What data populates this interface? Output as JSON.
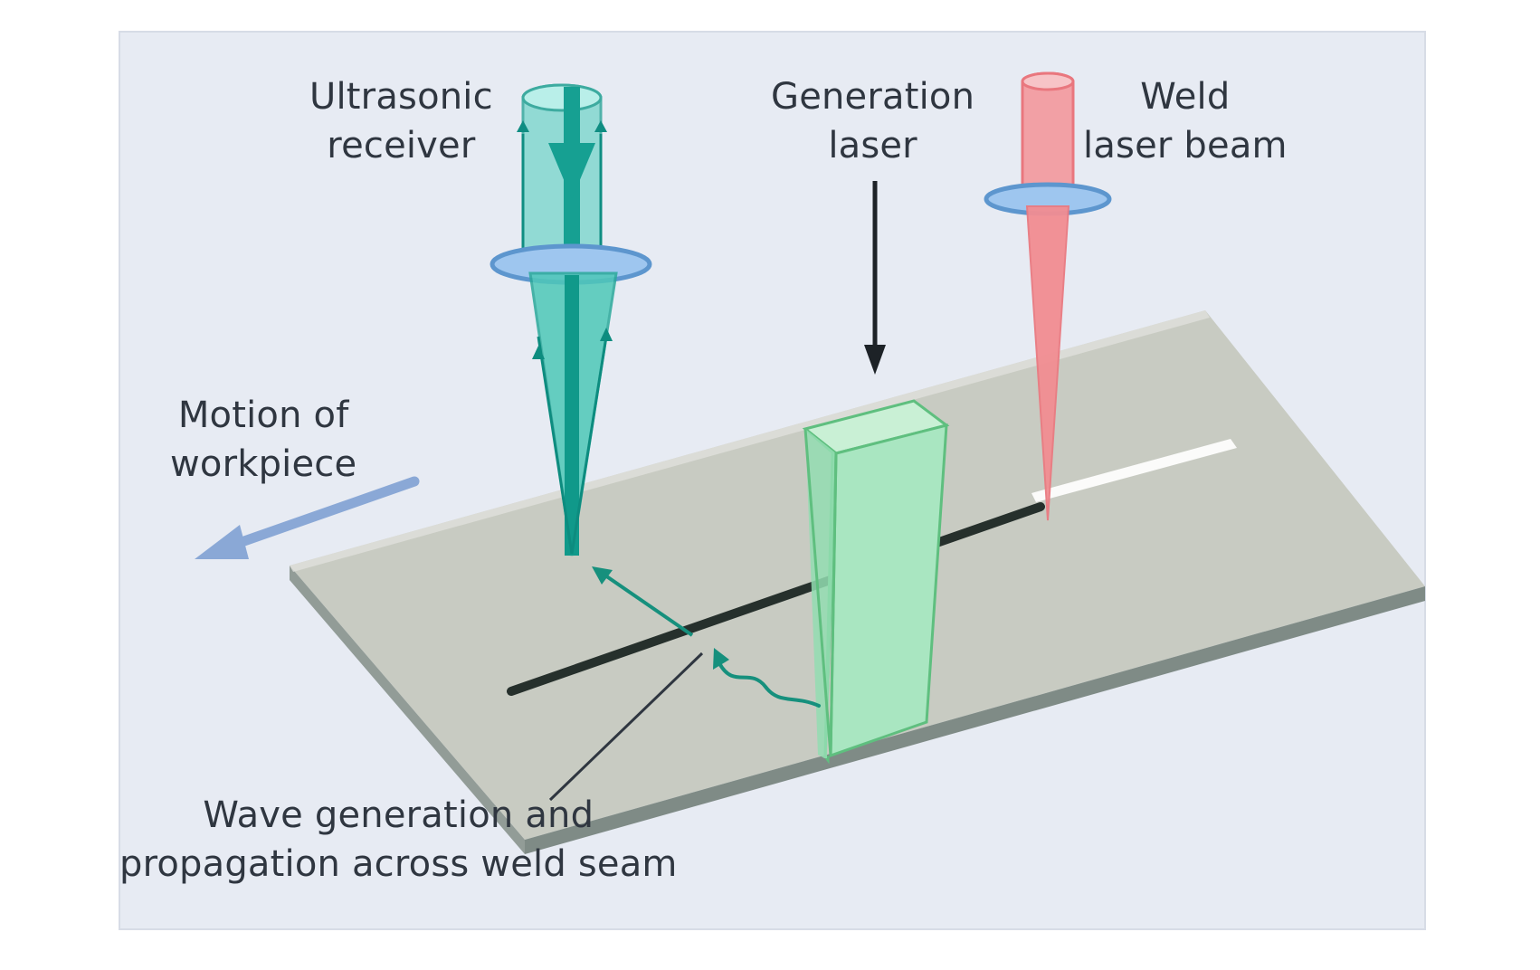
{
  "labels": {
    "ultrasonic_receiver": [
      "Ultrasonic",
      "receiver"
    ],
    "generation_laser": [
      "Generation",
      "laser"
    ],
    "weld_laser_beam": [
      "Weld",
      "laser beam"
    ],
    "motion_of_workpiece": [
      "Motion of",
      "workpiece"
    ],
    "wave_generation": [
      "Wave generation and",
      "propagation across weld seam"
    ]
  },
  "colors": {
    "background_panel": "#e7ebf3",
    "plate_top": "#c7c9bf",
    "plate_edge": "#8f9a94",
    "weld_seam": "#26302c",
    "receiver_fill": "#7fd6cf",
    "receiver_dark": "#14a090",
    "weld_laser": "#f08f93",
    "generation_block": "#a8e3bf",
    "lens_ring": "#6da8d8",
    "motion_arrow": "#8aa8d6",
    "text": "#2f3640"
  }
}
